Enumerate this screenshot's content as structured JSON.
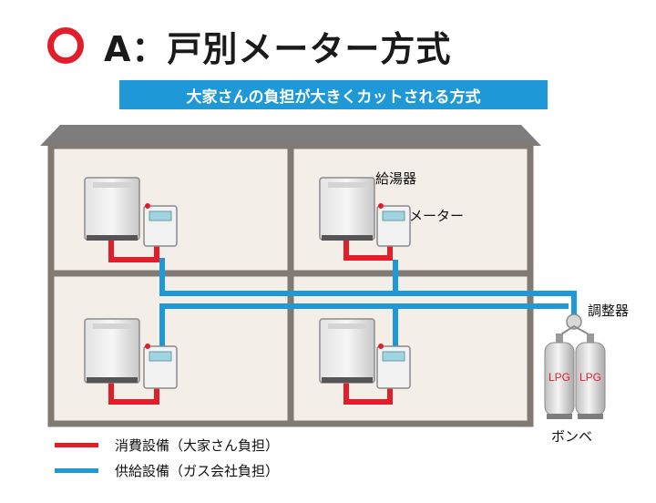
{
  "title": {
    "text": "A：戸別メーター方式"
  },
  "subtitle": {
    "text": "大家さんの負担が大きくカットされる方式"
  },
  "labels": {
    "water_heater": "給湯器",
    "meter": "メーター",
    "regulator": "調整器",
    "cylinders": "ボンベ",
    "cylinder_text": "LPG"
  },
  "legend": [
    {
      "label": "消費設備（大家さん負担）",
      "color": "#e21e2a"
    },
    {
      "label": "供給設備（ガス会社負担）",
      "color": "#1e98d7"
    }
  ],
  "colors": {
    "consumer": "#e21e2a",
    "supply": "#1e98d7",
    "roof": "#7d7d7d",
    "wall": "#f3efe8",
    "frame": "#807a72"
  }
}
